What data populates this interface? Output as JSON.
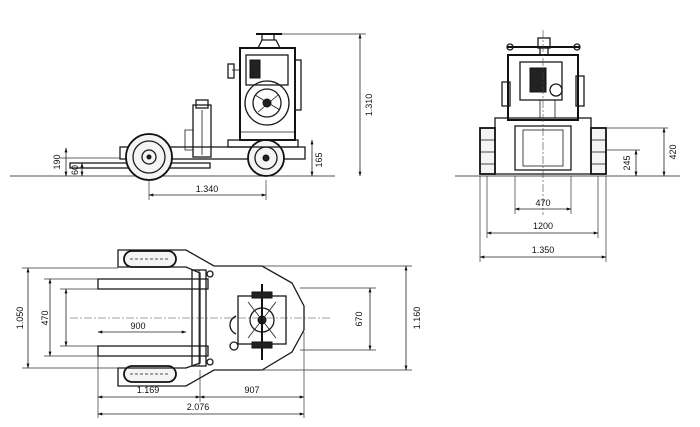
{
  "drawing": {
    "side_view": {
      "height_total": "1.310",
      "fork_height": "190",
      "fork_thickness": "60",
      "ground_clearance": "165",
      "wheelbase": "1.340"
    },
    "front_view": {
      "height_frame": "420",
      "height_step": "245",
      "fork_width": "470",
      "track_width": "1200",
      "overall_width": "1.350"
    },
    "top_view": {
      "overall_width": "1.160",
      "fork_span": "1.050",
      "fork_inner": "470",
      "fork_length": "900",
      "body_width": "670",
      "front_section": "1.169",
      "rear_section": "907",
      "overall_length": "2.076"
    }
  }
}
